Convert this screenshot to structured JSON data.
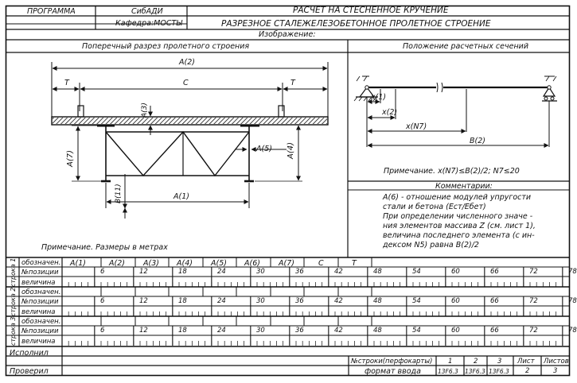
{
  "header": {
    "program_label": "ПРОГРАММА",
    "institute": "СибАДИ",
    "department": "Кафедра:МОСТЫ",
    "title_line1": "РАСЧЕТ НА СТЕСНЕННОЕ КРУЧЕНИЕ",
    "title_line2": "РАЗРЕЗНОЕ СТАЛЕЖЕЛЕЗОБЕТОННОЕ ПРОЛЕТНОЕ СТРОЕНИЕ",
    "image_label": "Изображение:"
  },
  "left_panel": {
    "title": "Поперечный разрез пролетного строения",
    "labels": {
      "A2": "A(2)",
      "T_left": "T",
      "C": "C",
      "T_right": "T",
      "A3": "A(3)",
      "A7": "A(7)",
      "A5": "A(5)",
      "A4": "A(4)",
      "B11": "B(11)",
      "A1": "A(1)"
    },
    "note": "Примечание. Размеры в метрах"
  },
  "right_panel": {
    "title": "Положение расчетных сечений",
    "labels": {
      "x1": "x(1)",
      "x2": "x(2)",
      "xN7": "x(N7)",
      "B2": "B(2)"
    },
    "note": "Примечание. x(N7)≤B(2)/2; N7≤20"
  },
  "comments": {
    "title": "Комментарии:",
    "lines": [
      "A(6) - отношение модулей упругости",
      "стали и бетона (Eст/Eбет)",
      "При определении численного значе -",
      "ния элементов массива Z (см. лист 1),",
      "величина последнего элемента (с ин-",
      "дексом N5) равна B(2)/2"
    ]
  },
  "table": {
    "row_labels": [
      "обозначен.",
      "№позиции",
      "величина",
      "обозначен.",
      "№позиции",
      "величина",
      "обозначен.",
      "№позиции",
      "величина"
    ],
    "line_labels": [
      "строка 1",
      "строка 2",
      "строка 3"
    ],
    "designations": [
      "A(1)",
      "A(2)",
      "A(3)",
      "A(4)",
      "A(5)",
      "A(6)",
      "A(7)",
      "C",
      "T"
    ],
    "positions_row1": [
      "6",
      "12",
      "18",
      "24",
      "30",
      "36",
      "42",
      "48",
      "54",
      "60",
      "66",
      "72",
      "78"
    ],
    "positions_row2": [
      "6",
      "12",
      "18",
      "24",
      "30",
      "36",
      "42",
      "48",
      "54",
      "60",
      "66",
      "72",
      "78"
    ],
    "positions_row3": [
      "6",
      "12",
      "18",
      "24",
      "30",
      "36",
      "42",
      "48",
      "54",
      "60",
      "66",
      "72",
      "78"
    ]
  },
  "footer": {
    "executed": "Исполнил",
    "checked": "Проверил",
    "punch_row_label": "№строки(перфокарты)",
    "punch_values": [
      "1",
      "2",
      "3"
    ],
    "sheet_label": "Лист",
    "sheets_label": "Листов",
    "format_label": "формат ввода",
    "format_values": [
      "13F6.3",
      "13F6.3",
      "13F6.3"
    ],
    "sheet_value": "2",
    "sheets_value": "3"
  }
}
